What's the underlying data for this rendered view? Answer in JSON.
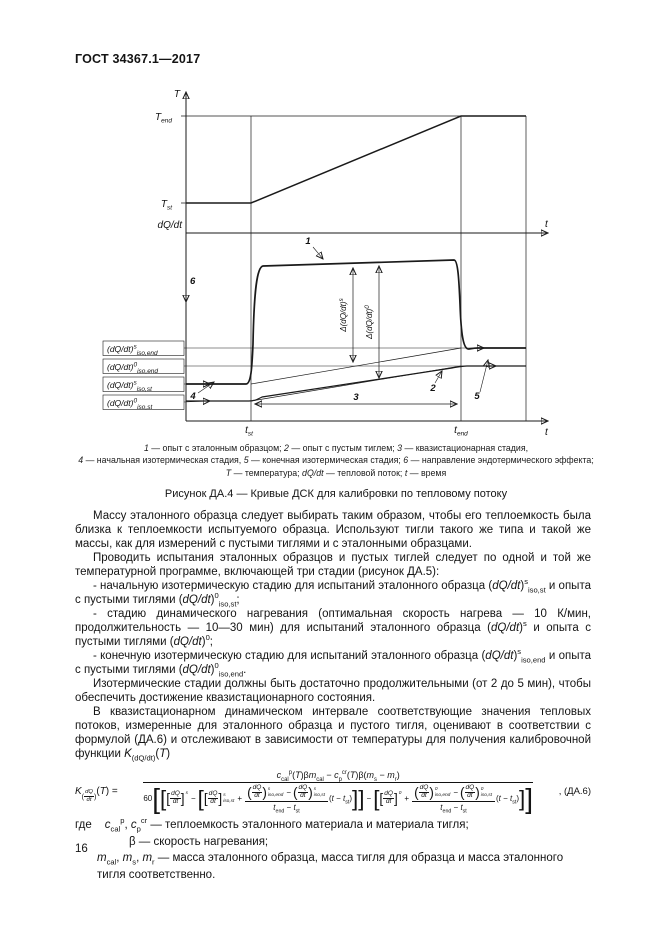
{
  "page": {
    "header": "ГОСТ 34367.1—2017",
    "number": "16"
  },
  "fig": {
    "T": "T",
    "sub_end": "end",
    "sub_st": "st",
    "dqdt": "dQ/dt",
    "t": "t",
    "q": "(dQ/dt)",
    "sup_s": "s",
    "sup_0": "0",
    "sub_isoend": "iso,end",
    "sub_isost": "iso,st",
    "delta": "Δ(dQ/dt)",
    "n1": "1",
    "n2": "2",
    "n3": "3",
    "n4": "4",
    "n5": "5",
    "n6": "6"
  },
  "figure": {
    "caption1": "<i>1</i> — опыт с эталонным образцом; <i>2</i> — опыт с пустым тиглем; <i>3</i> — квазистационарная стадия,",
    "caption2": "<i>4</i> — начальная изотермическая стадия, <i>5</i> — конечная изотермическая стадия; <i>6</i> — направление эндотермического эффекта;",
    "caption3": "<i>T</i> — температура; <i>dQ/dt</i> — тепловой поток; <i>t</i> — время",
    "title": "Рисунок ДА.4 — Кривые ДСК для калибровки по тепловому потоку"
  },
  "paragraphs": {
    "p1": "Массу эталонного образца следует выбирать таким образом, чтобы его теплоемкость была близка к теплоемкости испытуемого образца. Используют тигли такого же типа и такой же массы, как для измерений с пустыми тиглями и с эталонными образцами.",
    "p2": "Проводить испытания эталонных образцов и пустых тиглей следует по одной и той же температурной программе, включающей три стадии (рисунок ДА.5):",
    "p3": "- начальную изотермическую стадию для испытаний эталонного образца (<i>dQ/dt</i>)<sup>s</sup><sub>iso,st</sub> и опыта с пустыми тиглями (<i>dQ/dt</i>)<sup>0</sup><sub>iso,st</sub>;",
    "p4": "- стадию динамического нагревания (оптимальная скорость нагрева — 10 К/мин, продолжительность — 10—30 мин) для испытаний эталонного образца (<i>dQ/dt</i>)<sup>s</sup> и опыта с пустыми тиглями (<i>dQ/dt</i>)<sup>0</sup>;",
    "p5": "- конечную изотермическую стадию для испытаний эталонного образца (<i>dQ/dt</i>)<sup>s</sup><sub>iso,end</sub> и опыта с пустыми тиглями (<i>dQ/dt</i>)<sup>0</sup><sub>iso,end</sub>.",
    "p6": "Изотермические стадии должны быть достаточно продолжительными (от 2 до 5 мин), чтобы обеспечить достижение квазистационарного состояния.",
    "p7": "В квазистационарном динамическом интервале соответствующие значения тепловых потоков, измеренные для эталонного образца и пустого тигля, оценивают в соответствии с формулой (ДА.6) и отслеживают в зависимости от температуры для получения калибровочной функции <i>K</i><sub>(dQ/dt)</sub>(<i>T</i>)"
  },
  "formula": {
    "K": "K",
    "po": "(",
    "pc": ")",
    "dQ": "dQ",
    "dt": "dt",
    "T_eq": "(<i>T</i>) =",
    "numerator": "<i>c</i><sub>cal</sub><sup>p</sup>(<i>T</i>)β<i>m</i><sub>cal</sub> − <i>c</i><sub>p</sub><sup>cr</sup>(<i>T</i>)β(<i>m</i><sub>s</sub> − <i>m</i><sub>r</sub>)",
    "coeff": "60",
    "sbo": "[",
    "sbc": "]",
    "pbo": "(",
    "pbc": ")",
    "sup_s": "s",
    "sup_0": "0",
    "sub_isost": "iso,st",
    "sub_isoend": "iso,end",
    "minus": "−",
    "plus": "+",
    "small_den": "<i>t</i><sub>end</sub> − <i>t</i><sub>st</sub>",
    "t_factor": "(<i>t</i> − <i>t</i><sub>st</sub>)",
    "ref": ", (ДА.6)"
  },
  "where": {
    "label": "где",
    "row1": "<i>c</i><sub>cal</sub><sup>p</sup>, <i>c</i><sub>p</sub><sup>cr</sup> — теплоемкость эталонного материала и материала тигля;",
    "row2": "β — скорость нагревания;",
    "row3": "<i>m</i><sub>cal</sub>, <i>m</i><sub>s</sub>, <i>m</i><sub>r</sub> — масса эталонного образца, масса тигля для образца и масса эталонного тигля соответственно."
  }
}
